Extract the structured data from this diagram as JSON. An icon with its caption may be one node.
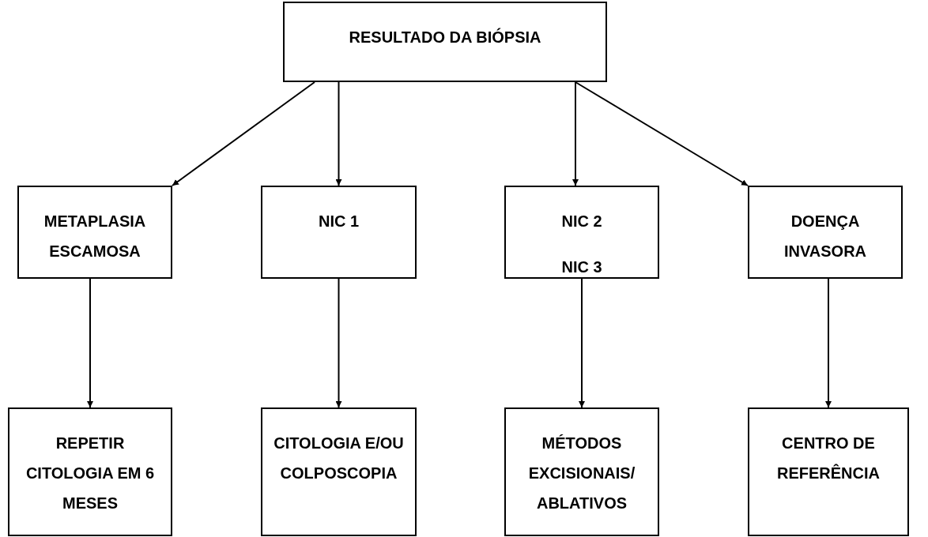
{
  "diagram": {
    "nodes": [
      {
        "text": [
          "RESULTADO DA BIÓPSIA"
        ]
      },
      {
        "text": [
          "METAPLASIA ESCAMOSA"
        ]
      },
      {
        "text": [
          "NIC 1"
        ]
      },
      {
        "text": [
          "NIC 2",
          "NIC 3"
        ]
      },
      {
        "text": [
          "DOENÇA INVASORA"
        ]
      },
      {
        "text": [
          "REPETIR CITOLOGIA EM 6 MESES"
        ]
      },
      {
        "text": [
          "CITOLOGIA E/OU COLPOSCOPIA"
        ]
      },
      {
        "text": [
          "MÉTODOS EXCISIONAIS/ ABLATIVOS"
        ]
      },
      {
        "text": [
          "CENTRO DE REFERÊNCIA"
        ]
      }
    ],
    "edges": [
      {
        "from": 0,
        "to": 1,
        "arrow": "to"
      },
      {
        "from": 0,
        "to": 2,
        "arrow": "to"
      },
      {
        "from": 0,
        "to": 3,
        "arrow": "to"
      },
      {
        "from": 0,
        "to": 4,
        "arrow": "to"
      },
      {
        "from": 1,
        "to": 5,
        "arrow": "to"
      },
      {
        "from": 2,
        "to": 6,
        "arrow": "to"
      },
      {
        "from": 3,
        "to": 7,
        "arrow": "to"
      },
      {
        "from": 4,
        "to": 8,
        "arrow": "to"
      }
    ]
  }
}
